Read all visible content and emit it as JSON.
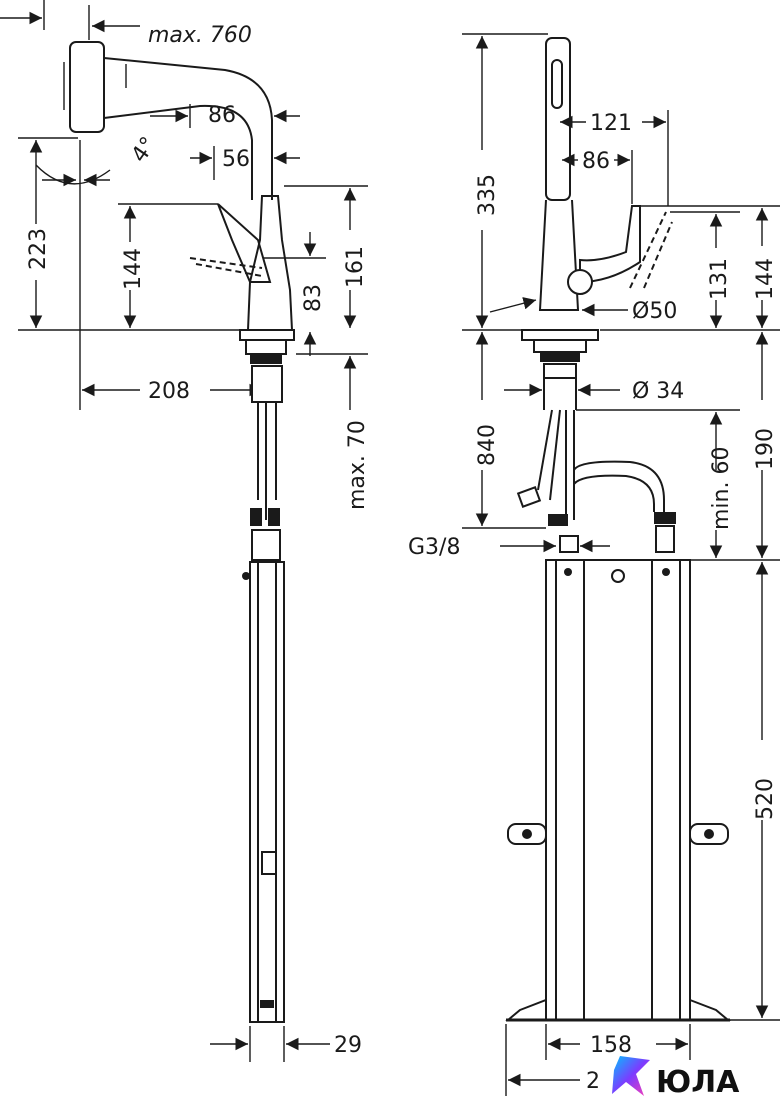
{
  "drawing": {
    "side_view": {
      "max_reach": "max. 760",
      "spout_86": "86",
      "spout_56": "56",
      "angle": "4°",
      "height_223": "223",
      "height_144": "144",
      "height_161": "161",
      "height_83": "83",
      "depth_208": "208",
      "max_70": "max. 70",
      "width_29": "29"
    },
    "front_view": {
      "height_335": "335",
      "width_121": "121",
      "width_86": "86",
      "height_131": "131",
      "height_144": "144",
      "base_dia": "Ø50",
      "hole_dia": "Ø 34",
      "hose_840": "840",
      "min_60": "min. 60",
      "height_190": "190",
      "thread": "G3/8",
      "height_520": "520",
      "width_158": "158",
      "width_2": "2"
    }
  },
  "watermark": {
    "text": "ЮЛА",
    "colors": [
      "#00c2ff",
      "#7b3cff",
      "#ff3fb4"
    ]
  }
}
